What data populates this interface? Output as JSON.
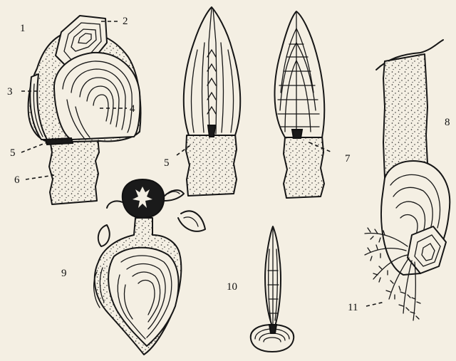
{
  "labels": {
    "l1": "1",
    "l2": "2",
    "l3": "3",
    "l4": "4",
    "l5a": "5",
    "l6": "6",
    "l5b": "5",
    "l7": "7",
    "l8": "8",
    "l9": "9",
    "l10": "10",
    "l11": "11"
  }
}
